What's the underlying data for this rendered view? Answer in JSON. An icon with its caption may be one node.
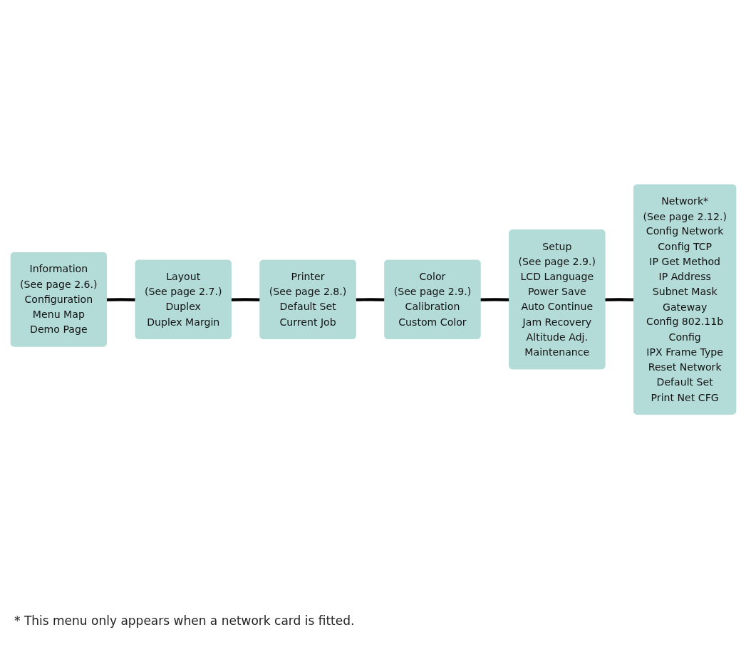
{
  "diagram": {
    "nodes": [
      {
        "text": [
          "Information",
          "(See page 2.6.)",
          "Configuration",
          "Menu Map",
          "Demo Page"
        ]
      },
      {
        "text": [
          "Layout",
          "(See page 2.7.)",
          "Duplex",
          "Duplex Margin"
        ]
      },
      {
        "text": [
          "Printer",
          "(See page 2.8.)",
          "Default Set",
          "Current Job"
        ]
      },
      {
        "text": [
          "Color",
          "(See page 2.9.)",
          "Calibration",
          "Custom Color"
        ]
      },
      {
        "text": [
          "Setup",
          "(See page 2.9.)",
          "LCD Language",
          "Power Save",
          "Auto Continue",
          "Jam Recovery",
          "Altitude Adj.",
          "Maintenance"
        ]
      },
      {
        "text": [
          "Network*",
          "(See page 2.12.)",
          "Config Network",
          "Config TCP",
          "IP Get Method",
          "IP Address",
          "Subnet Mask",
          "Gateway",
          "Config 802.11b",
          "Config",
          "IPX Frame Type",
          "Reset Network",
          "Default Set",
          "Print Net CFG"
        ]
      }
    ],
    "edges": [
      {
        "from": 0,
        "to": 1,
        "arrow": "none"
      },
      {
        "from": 1,
        "to": 2,
        "arrow": "none"
      },
      {
        "from": 2,
        "to": 3,
        "arrow": "none"
      },
      {
        "from": 3,
        "to": 4,
        "arrow": "none"
      },
      {
        "from": 4,
        "to": 5,
        "arrow": "none"
      }
    ],
    "labels": [
      "* This menu only appears when a network card is fitted."
    ]
  }
}
